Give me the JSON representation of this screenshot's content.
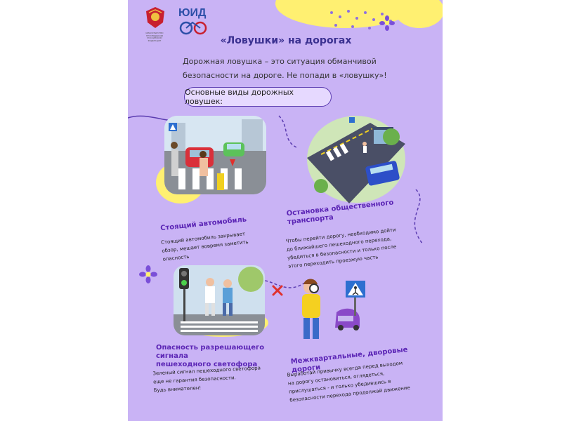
{
  "header": {
    "ministry_text": "МИНИСТЕРСТВО ПРОСВЕЩЕНИЯ РОССИЙСКОЙ ФЕДЕРАЦИИ",
    "yuid_label": "ЮИД"
  },
  "title": "«Ловушки» на дорогах",
  "intro": {
    "line1": "Дорожная ловушка – это ситуация обманчивой",
    "line2": "безопасности на дороге.  Не попади в «ловушку»!"
  },
  "types_label": "Основные виды дорожных ловушек:",
  "sections": [
    {
      "title": "Стоящий автомобиль",
      "text_lines": [
        "Стоящий автомобиль закрывает",
        "обзор,  мешает вовремя заметить",
        "опасность"
      ]
    },
    {
      "title_lines": [
        "Остановка общественного",
        "транспорта"
      ],
      "text_lines": [
        "Чтобы перейти дорогу, необходимо дойти",
        "до  ближайшего пешеходного перехода,",
        "убедиться в безопасности и только после",
        "этого переходить проезжую часть"
      ]
    },
    {
      "title_lines": [
        "Опасность разрешающего  сигнала",
        "пешеходного светофора"
      ],
      "text_lines": [
        "Зеленый сигнал пешеходного светофора",
        "еще не гарантия безопасности.",
        "Будь внимателен!"
      ]
    },
    {
      "title": "Межквартальные, дворовые дороги",
      "text_lines": [
        "Выработай привычку всегда перед выходом",
        "на дорогу остановиться, оглядеться,",
        "прислушаться - и только убедившись в",
        "безопасности перехода продолжай движение"
      ]
    }
  ],
  "colors": {
    "background": "#c9b3f5",
    "accent_yellow": "#fff071",
    "title_purple": "#5b25b5",
    "dark_navy": "#3a3090"
  },
  "icons": [
    "ministry-emblem-icon",
    "yuid-logo-icon",
    "flower-icon",
    "cross-mark-icon",
    "pedestrian-crossing-sign-icon"
  ]
}
